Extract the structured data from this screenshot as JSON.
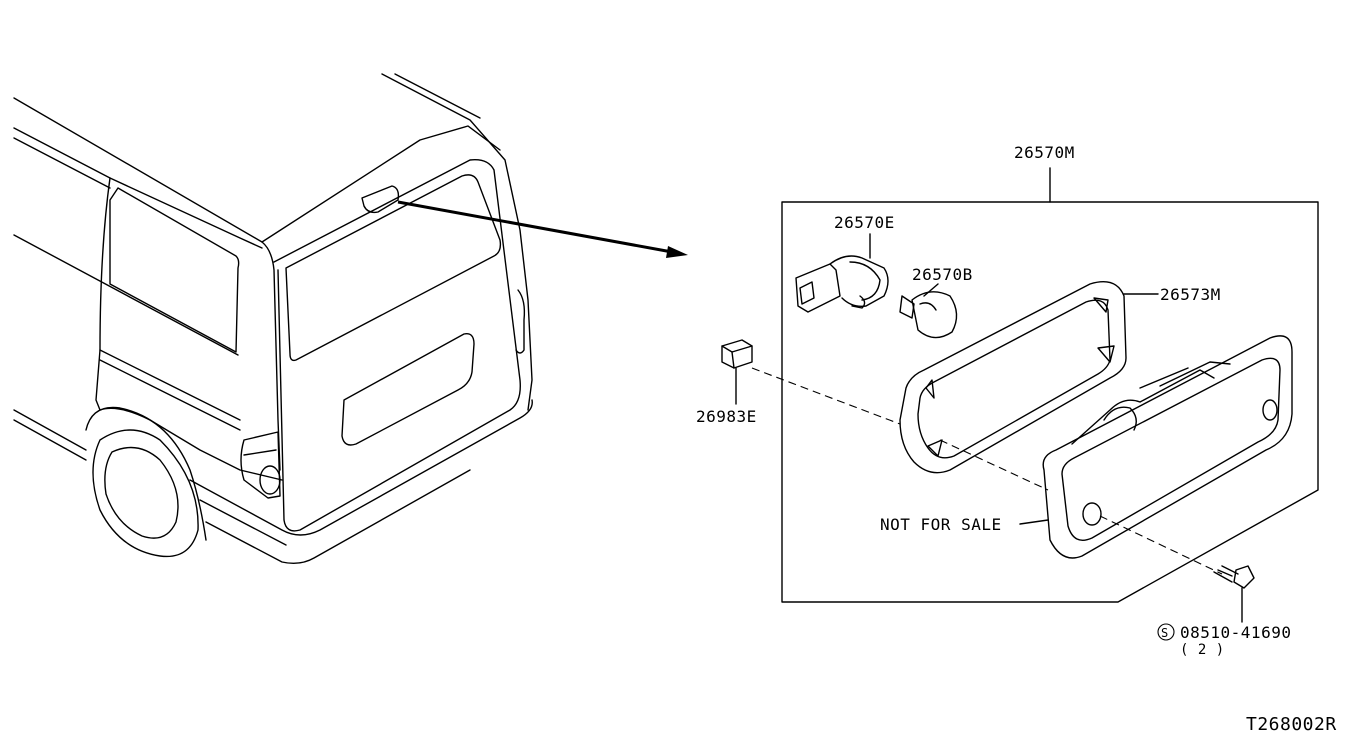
{
  "labels": {
    "assembly": "26570M",
    "socket": "26570E",
    "bulb": "26570B",
    "gasket": "26573M",
    "clip": "26983E",
    "not_for_sale": "NOT FOR SALE",
    "screw_part": "08510-41690",
    "screw_qty": "( 2 )",
    "screw_symbol": "S",
    "diagram_code": "T268002R"
  }
}
